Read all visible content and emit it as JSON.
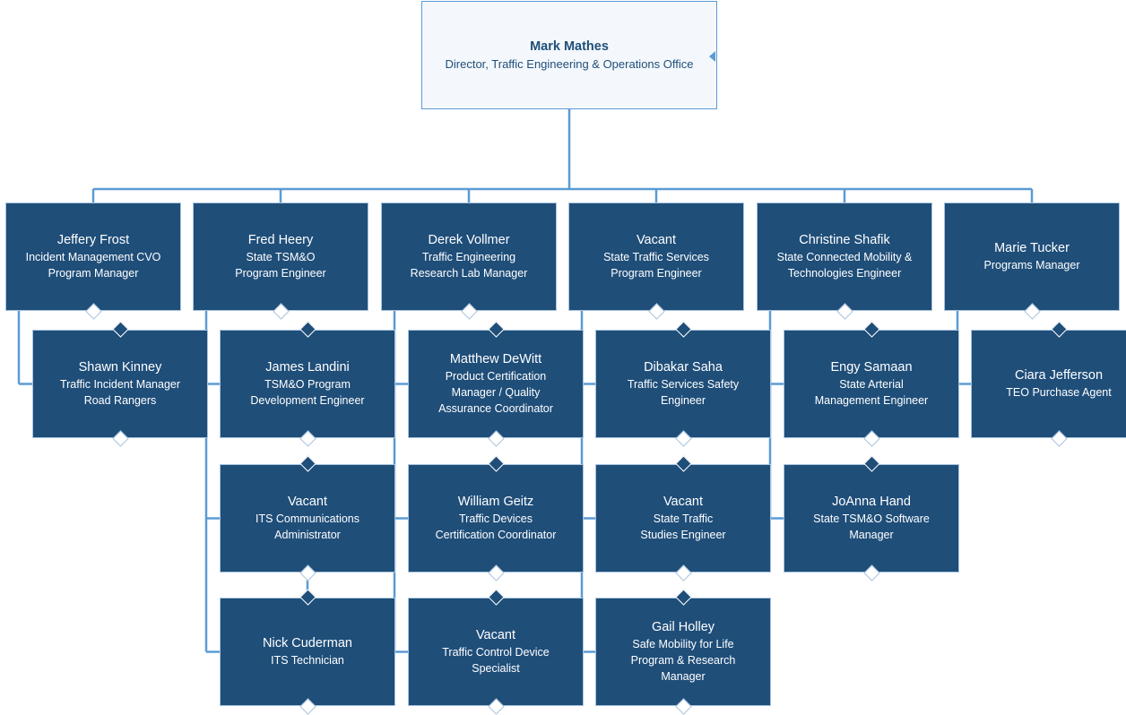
{
  "root": {
    "name": "Mark Mathes",
    "title": "Director, Traffic Engineering & Operations Office"
  },
  "columns": [
    {
      "head": {
        "name": "Jeffery Frost",
        "title": "Incident Management CVO\nProgram Manager"
      },
      "reports": [
        {
          "name": "Shawn Kinney",
          "title": "Traffic Incident Manager\nRoad Rangers"
        }
      ]
    },
    {
      "head": {
        "name": "Fred Heery",
        "title": "State TSM&O\nProgram Engineer"
      },
      "reports": [
        {
          "name": "James Landini",
          "title": "TSM&O Program\nDevelopment Engineer"
        },
        {
          "name": "Vacant",
          "title": "ITS Communications\nAdministrator"
        },
        {
          "name": "Nick Cuderman",
          "title": "ITS Technician"
        }
      ]
    },
    {
      "head": {
        "name": "Derek Vollmer",
        "title": "Traffic Engineering\nResearch Lab Manager"
      },
      "reports": [
        {
          "name": "Matthew DeWitt",
          "title": "Product Certification\nManager / Quality\nAssurance Coordinator"
        },
        {
          "name": "William Geitz",
          "title": "Traffic Devices\nCertification Coordinator"
        },
        {
          "name": "Vacant",
          "title": "Traffic Control Device\nSpecialist"
        }
      ]
    },
    {
      "head": {
        "name": "Vacant",
        "title": "State Traffic Services\nProgram Engineer"
      },
      "reports": [
        {
          "name": "Dibakar Saha",
          "title": "Traffic Services Safety\nEngineer"
        },
        {
          "name": "Vacant",
          "title": "State Traffic\nStudies Engineer"
        },
        {
          "name": "Gail Holley",
          "title": "Safe Mobility for Life\nProgram & Research\nManager"
        }
      ]
    },
    {
      "head": {
        "name": "Christine Shafik",
        "title": "State Connected Mobility &\nTechnologies Engineer"
      },
      "reports": [
        {
          "name": "Engy Samaan",
          "title": "State Arterial\nManagement Engineer"
        },
        {
          "name": "JoAnna Hand",
          "title": "State TSM&O Software\nManager"
        }
      ]
    },
    {
      "head": {
        "name": "Marie Tucker",
        "title": "Programs Manager"
      },
      "reports": [
        {
          "name": "Ciara Jefferson",
          "title": "TEO Purchase Agent"
        }
      ]
    }
  ],
  "colors": {
    "node_fill": "#1f4e79",
    "node_text": "#ffffff",
    "connector": "#5b9bd5",
    "root_fill": "#f4f8fc",
    "root_text": "#1f4e79"
  }
}
